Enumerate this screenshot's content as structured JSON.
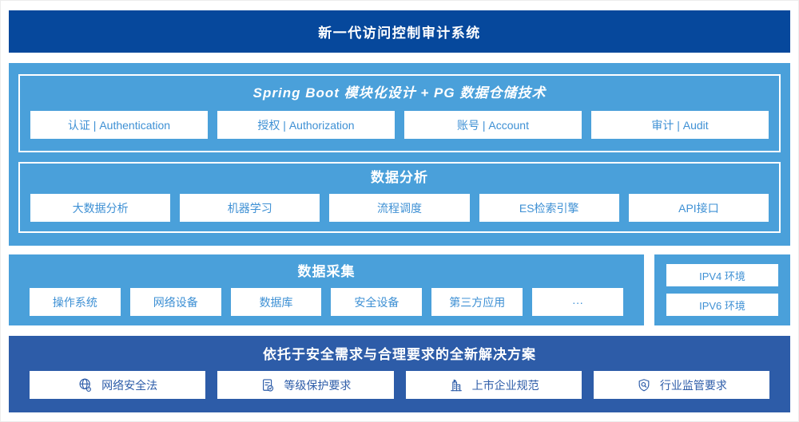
{
  "header": {
    "title": "新一代访问控制审计系统"
  },
  "colors": {
    "banner_bg": "#06489c",
    "platform_bg": "#4aa0da",
    "item_text_blue": "#3e90d4",
    "solution_bg": "#2d5ca8",
    "solution_item_text": "#2d5ca8",
    "box_bg": "#ffffff"
  },
  "platform": {
    "modules_title": "Spring Boot 模块化设计 + PG 数据仓储技术",
    "modules": [
      "认证 | Authentication",
      "授权 | Authorization",
      "账号 | Account",
      "审计 | Audit"
    ],
    "analysis_title": "数据分析",
    "analysis_items": [
      "大数据分析",
      "机器学习",
      "流程调度",
      "ES检索引擎",
      "API接口"
    ]
  },
  "collection": {
    "title": "数据采集",
    "items": [
      "操作系统",
      "网络设备",
      "数据库",
      "安全设备",
      "第三方应用",
      "···"
    ],
    "environments": [
      "IPV4 环境",
      "IPV6 环境"
    ]
  },
  "solution": {
    "title": "依托于安全需求与合理要求的全新解决方案",
    "items": [
      {
        "icon": "globe-location-icon",
        "label": "网络安全法"
      },
      {
        "icon": "document-check-icon",
        "label": "等级保护要求"
      },
      {
        "icon": "building-icon",
        "label": "上市企业规范"
      },
      {
        "icon": "shield-search-icon",
        "label": "行业监管要求"
      }
    ]
  }
}
